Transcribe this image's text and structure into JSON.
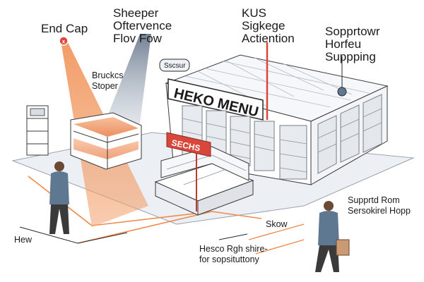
{
  "labels": {
    "end_cap": "End Cap",
    "sheeper_line1": "Sheeper",
    "sheeper_line2": "Oftervence",
    "sheeper_line3": "Flov Fow",
    "kus_line1": "KUS",
    "kus_line2": "Sigkege",
    "kus_line3": "Actiention",
    "support_line1": "Sopprtowr",
    "support_line2": "Horfeu",
    "support_line3": "Suppping",
    "bruckcs_line1": "Bruckcs",
    "bruckcs_line2": "Stoper",
    "sscsur_tag": "Sscsur",
    "hew": "Hew",
    "skow": "Skow",
    "hesco_line1": "Hesco Rgh shire-",
    "hesco_line2": "for sopsituttony",
    "supprtd_line1": "Supprtd Rom",
    "supprtd_line2": "Sersokirel Hopp"
  },
  "signs": {
    "store_sign": "HEKO MENU",
    "red_sign": "SECHS"
  },
  "icons": {
    "end_cap_marker": "x-marker-icon",
    "support_marker": "dot-marker-icon"
  },
  "colors": {
    "accent_orange": "#f08a4b",
    "marker_red": "#e0473a",
    "sign_red": "#d9473a",
    "floor": "#eceff3",
    "line_dark": "#2a2a2a",
    "person_shirt": "#5f7892"
  }
}
